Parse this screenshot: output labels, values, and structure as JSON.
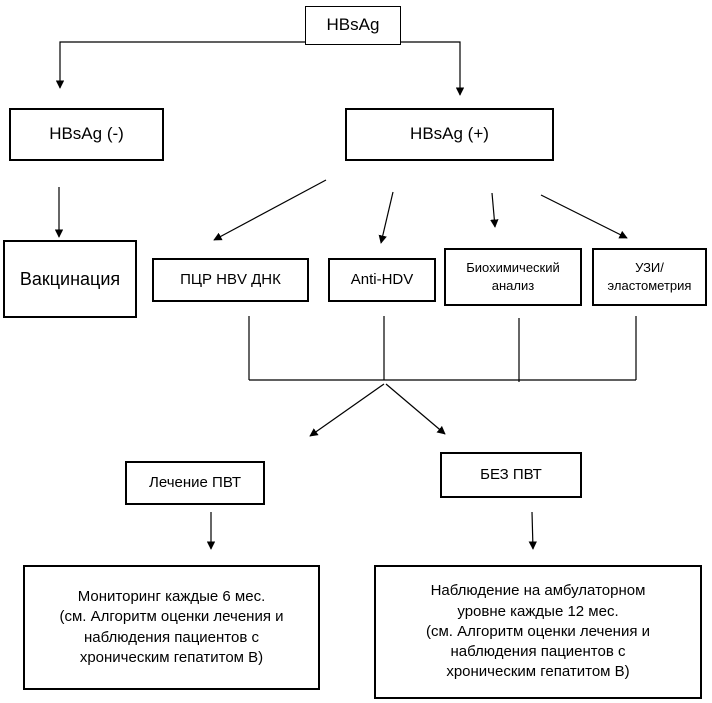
{
  "root": "HBsAg",
  "negative": "HBsAg (-)",
  "positive": "HBsAg (+)",
  "vaccination": "Вакцинация",
  "tests": {
    "pcr": "ПЦР HBV ДНК",
    "anti_hdv": "Anti-HDV",
    "biochem_line1": "Биохимический",
    "biochem_line2": "анализ",
    "us_line1": "УЗИ/",
    "us_line2": "эластометрия"
  },
  "treatment": "Лечение ПВТ",
  "no_treatment": "БЕЗ ПВТ",
  "monitoring": {
    "line1": "Мониторинг каждые 6 мес.",
    "line2": "(см. Алгоритм оценки лечения и",
    "line3": "наблюдения пациентов с",
    "line4": "хроническим гепатитом В)"
  },
  "observation": {
    "line1": "Наблюдение на амбулаторном",
    "line2": "уровне каждые 12 мес.",
    "line3": "(см. Алгоритм оценки лечения и",
    "line4": "наблюдения пациентов с",
    "line5": "хроническим гепатитом В)"
  }
}
